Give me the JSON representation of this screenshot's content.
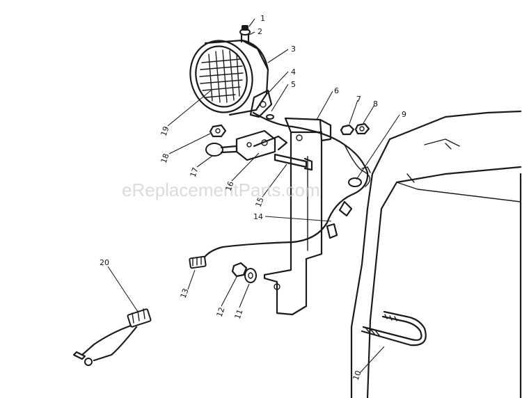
{
  "watermark": "eReplacementParts.com",
  "callouts": {
    "c1": "1",
    "c2": "2",
    "c3": "3",
    "c4": "4",
    "c5": "5",
    "c6": "6",
    "c7": "7",
    "c8": "8",
    "c9": "9",
    "c10": "10",
    "c11": "11",
    "c12": "12",
    "c13": "13",
    "c14": "14",
    "c15": "15",
    "c16": "16",
    "c17": "17",
    "c18": "18",
    "c19": "19",
    "c20": "20"
  },
  "colors": {
    "ink": "#1a1a1a",
    "watermark": "#cfcfcf",
    "background": "#ffffff"
  }
}
